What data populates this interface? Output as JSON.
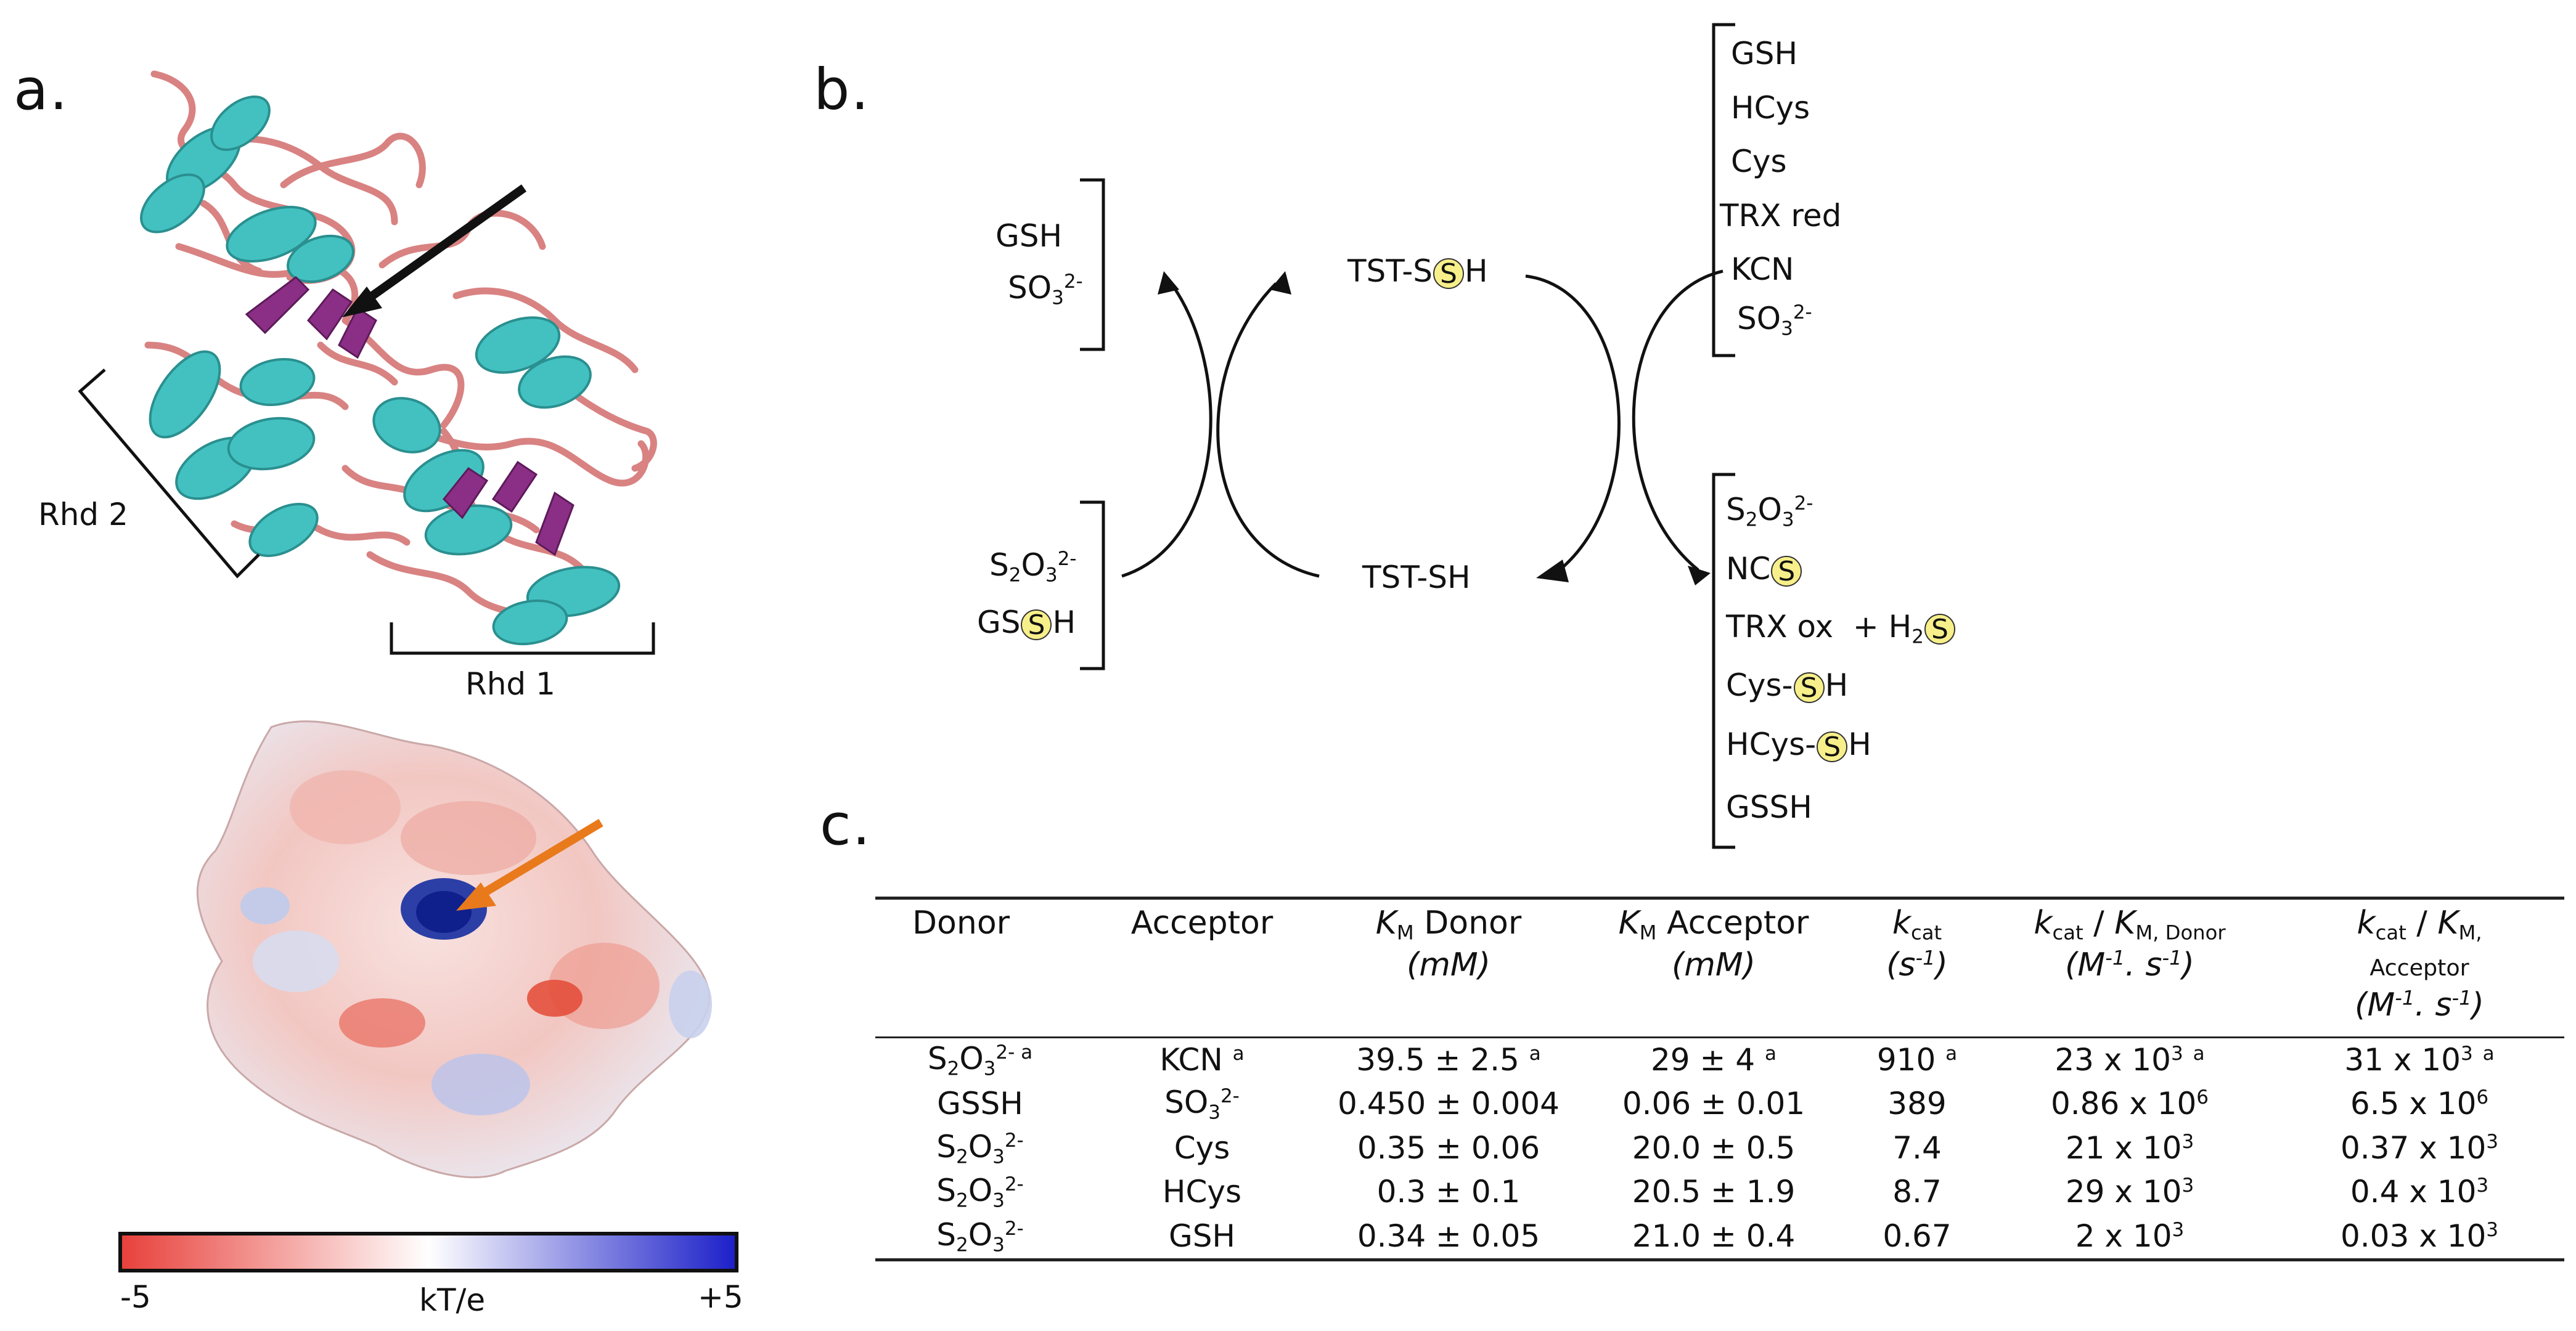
{
  "panels": {
    "a": "a.",
    "b": "b.",
    "c": "c."
  },
  "panel_a": {
    "domain_labels": {
      "rhd2": "Rhd 2",
      "rhd1": "Rhd 1"
    },
    "colorbar": {
      "min": "-5",
      "max": "+5",
      "unit": "kT/e",
      "color_negative": "#e8403a",
      "color_neutral": "#ffffff",
      "color_positive": "#1b1fc8"
    },
    "colors": {
      "helix": "#43c1c1",
      "sheet": "#8a2f85",
      "loop": "#d98282",
      "arrow_top": "#111111",
      "arrow_bottom": "#e87a1c"
    }
  },
  "panel_b": {
    "persulfide_enzyme": {
      "pre": "TST-S",
      "s": "S",
      "post": "H"
    },
    "free_enzyme": "TST-SH",
    "left_products": [
      {
        "text": "GSH"
      },
      {
        "pre": "SO",
        "sub": "3",
        "sup": "2-"
      }
    ],
    "left_donors": [
      {
        "pre": "S",
        "sub": "2",
        "mid": "O",
        "sub2": "3",
        "sup": "2-"
      },
      {
        "pre": "GS",
        "s": "S",
        "post": "H"
      }
    ],
    "right_acceptors": [
      {
        "text": "GSH"
      },
      {
        "text": "HCys"
      },
      {
        "text": "Cys"
      },
      {
        "text": "TRX red"
      },
      {
        "text": "KCN"
      },
      {
        "pre": "SO",
        "sub": "3",
        "sup": "2-"
      }
    ],
    "right_products": [
      {
        "pre": "S",
        "sub": "2",
        "mid": "O",
        "sub2": "3",
        "sup": "2-"
      },
      {
        "pre": "NC",
        "s": "S",
        "post": ""
      },
      {
        "pre": "TRX ox  + H",
        "sub": "2",
        "s": "S",
        "post": ""
      },
      {
        "pre": "Cys-",
        "s": "S",
        "post": "H"
      },
      {
        "pre": "HCys-",
        "s": "S",
        "post": "H"
      },
      {
        "text": "GSSH"
      }
    ]
  },
  "table": {
    "headers": {
      "donor": "Donor",
      "acceptor": "Acceptor",
      "km_donor": {
        "k": "K",
        "sub": "M",
        "rest": " Donor",
        "unit": "(mM)"
      },
      "km_acceptor": {
        "k": "K",
        "sub": "M",
        "rest": " Acceptor",
        "unit": "(mM)"
      },
      "kcat": {
        "k": "k",
        "sub": "cat",
        "unit": "(s",
        "unit_sup": "-1",
        "unit_end": ")"
      },
      "kcat_km_donor": {
        "k": "k",
        "sub": "cat",
        "mid": " / ",
        "k2": "K",
        "sub2": "M, Donor",
        "unit": "(M",
        "unit_sup": "-1",
        "unit_mid": ". s",
        "unit_sup2": "-1",
        "unit_end": ")"
      },
      "kcat_km_acceptor": {
        "k": "k",
        "sub": "cat",
        "mid": " / ",
        "k2": "K",
        "sub2": "M,",
        "extra": "Acceptor",
        "unit": "(M",
        "unit_sup": "-1",
        "unit_mid": ". s",
        "unit_sup2": "-1",
        "unit_end": ")"
      }
    },
    "rows": [
      {
        "donor": {
          "pre": "S",
          "sub": "2",
          "mid": "O",
          "sub2": "3",
          "sup": "2- a"
        },
        "acceptor": "KCN",
        "acceptor_sup": "a",
        "km_donor": "39.5 ± 2.5",
        "km_donor_sup": "a",
        "km_acceptor": "29 ± 4",
        "km_acceptor_sup": "a",
        "kcat": "910",
        "kcat_sup": "a",
        "kcat_km_donor": "23 x 10",
        "kcat_km_donor_exp": "3",
        "kcat_km_donor_sup": "a",
        "kcat_km_acceptor": "31 x 10",
        "kcat_km_acceptor_exp": "3",
        "kcat_km_acceptor_sup": "a"
      },
      {
        "donor": {
          "text": "GSSH"
        },
        "acceptor": "SO",
        "acceptor_sub": "3",
        "acceptor_sup2": "2-",
        "km_donor": "0.450 ± 0.004",
        "km_acceptor": "0.06 ± 0.01",
        "kcat": "389",
        "kcat_km_donor": "0.86 x 10",
        "kcat_km_donor_exp": "6",
        "kcat_km_acceptor": "6.5 x 10",
        "kcat_km_acceptor_exp": "6"
      },
      {
        "donor": {
          "pre": "S",
          "sub": "2",
          "mid": "O",
          "sub2": "3",
          "sup": "2-"
        },
        "acceptor": "Cys",
        "km_donor": "0.35 ± 0.06",
        "km_acceptor": "20.0 ± 0.5",
        "kcat": "7.4",
        "kcat_km_donor": "21 x 10",
        "kcat_km_donor_exp": "3",
        "kcat_km_acceptor": "0.37 x 10",
        "kcat_km_acceptor_exp": "3"
      },
      {
        "donor": {
          "pre": "S",
          "sub": "2",
          "mid": "O",
          "sub2": "3",
          "sup": "2-"
        },
        "acceptor": "HCys",
        "km_donor": "0.3 ± 0.1",
        "km_acceptor": "20.5 ± 1.9",
        "kcat": "8.7",
        "kcat_km_donor": "29 x 10",
        "kcat_km_donor_exp": "3",
        "kcat_km_acceptor": "0.4 x 10",
        "kcat_km_acceptor_exp": "3"
      },
      {
        "donor": {
          "pre": "S",
          "sub": "2",
          "mid": "O",
          "sub2": "3",
          "sup": "2-"
        },
        "acceptor": "GSH",
        "km_donor": "0.34 ± 0.05",
        "km_acceptor": "21.0 ± 0.4",
        "kcat": "0.67",
        "kcat_km_donor": "2 x 10",
        "kcat_km_donor_exp": "3",
        "kcat_km_acceptor": "0.03 x 10",
        "kcat_km_acceptor_exp": "3"
      }
    ]
  }
}
